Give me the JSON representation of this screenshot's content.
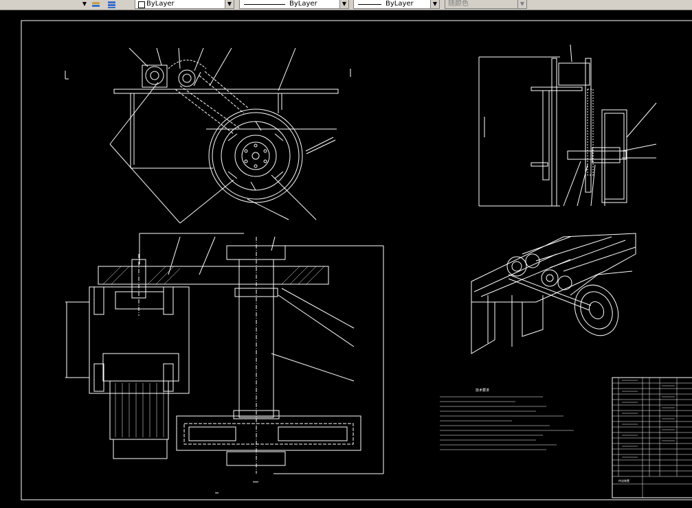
{
  "toolbar": {
    "layer_value": "ByLayer",
    "linetype_value": "ByLayer",
    "lineweight_value": "ByLayer",
    "plotstyle_value": "随颜色"
  },
  "drawing": {
    "tech_requirements_title": "技术要求",
    "title_block_name": "传送装置",
    "colors": {
      "background": "#000000",
      "lines": "#ffffff",
      "toolbar": "#d4d0c8"
    }
  }
}
